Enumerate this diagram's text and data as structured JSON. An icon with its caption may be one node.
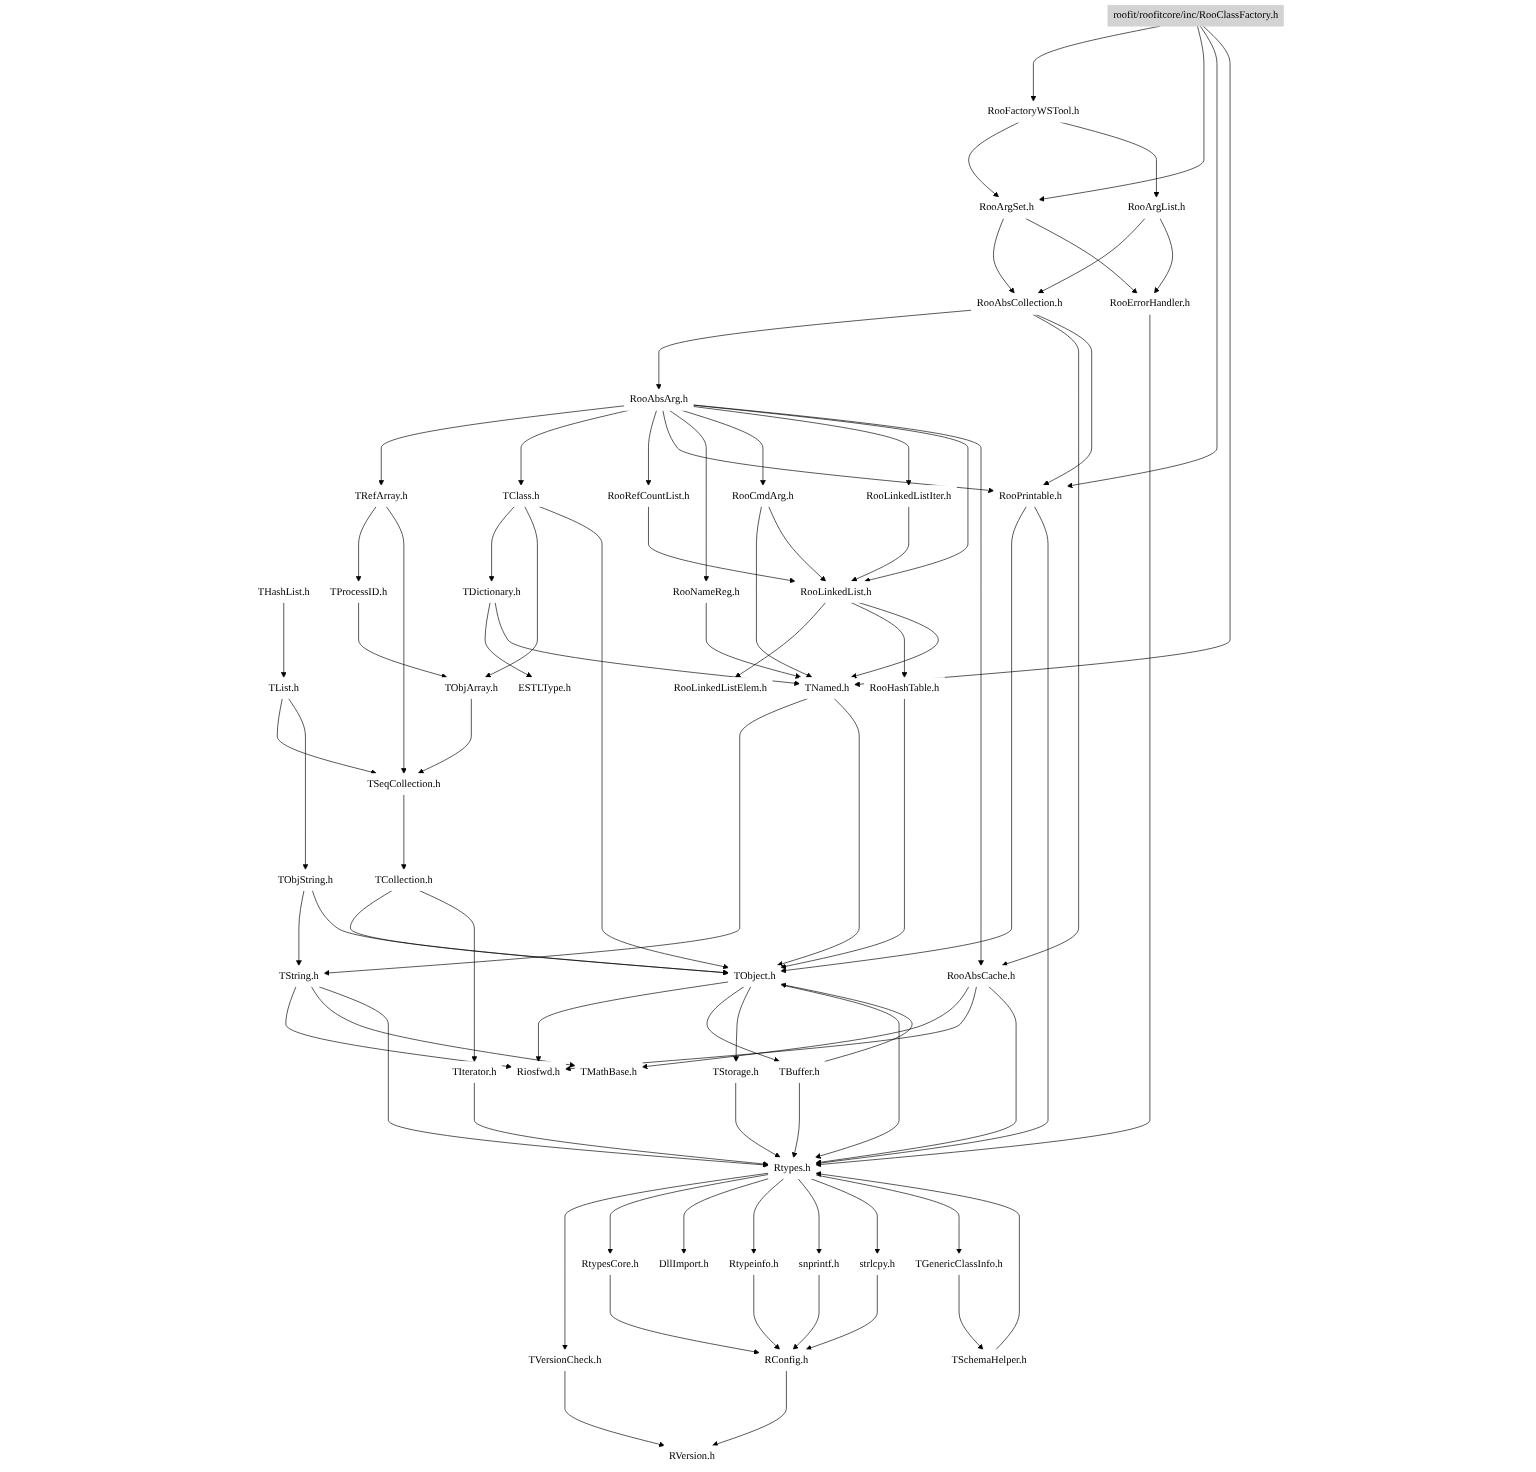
{
  "diagram": {
    "nodes": [
      {
        "text": [
          "roofit/roofitcore/inc/RooClassFactory.h"
        ]
      },
      {
        "text": [
          "RooFactoryWSTool.h"
        ]
      },
      {
        "text": [
          "RooArgSet.h"
        ]
      },
      {
        "text": [
          "RooArgList.h"
        ]
      },
      {
        "text": [
          "RooAbsCollection.h"
        ]
      },
      {
        "text": [
          "RooErrorHandler.h"
        ]
      },
      {
        "text": [
          "RooAbsArg.h"
        ]
      },
      {
        "text": [
          "THashList.h"
        ]
      },
      {
        "text": [
          "TRefArray.h"
        ]
      },
      {
        "text": [
          "RooRefCountList.h"
        ]
      },
      {
        "text": [
          "RooPrintable.h"
        ]
      },
      {
        "text": [
          "TClass.h"
        ]
      },
      {
        "text": [
          "TProcessID.h"
        ]
      },
      {
        "text": [
          "RooNameReg.h"
        ]
      },
      {
        "text": [
          "RooCmdArg.h"
        ]
      },
      {
        "text": [
          "RooLinkedListIter.h"
        ]
      },
      {
        "text": [
          "TList.h"
        ]
      },
      {
        "text": [
          "TDictionary.h"
        ]
      },
      {
        "text": [
          "TObjArray.h"
        ]
      },
      {
        "text": [
          "RooLinkedList.h"
        ]
      },
      {
        "text": [
          "ESTLType.h"
        ]
      },
      {
        "text": [
          "TSeqCollection.h"
        ]
      },
      {
        "text": [
          "TNamed.h"
        ]
      },
      {
        "text": [
          "TObjString.h"
        ]
      },
      {
        "text": [
          "TCollection.h"
        ]
      },
      {
        "text": [
          "RooHashTable.h"
        ]
      },
      {
        "text": [
          "RooLinkedListElem.h"
        ]
      },
      {
        "text": [
          "RooAbsCache.h"
        ]
      },
      {
        "text": [
          "TString.h"
        ]
      },
      {
        "text": [
          "TObject.h"
        ]
      },
      {
        "text": [
          "TIterator.h"
        ]
      },
      {
        "text": [
          "TMathBase.h"
        ]
      },
      {
        "text": [
          "Riosfwd.h"
        ]
      },
      {
        "text": [
          "TBuffer.h"
        ]
      },
      {
        "text": [
          "TStorage.h"
        ]
      },
      {
        "text": [
          "TVersionCheck.h"
        ]
      },
      {
        "text": [
          "Rtypes.h"
        ]
      },
      {
        "text": [
          "RtypesCore.h"
        ]
      },
      {
        "text": [
          "DllImport.h"
        ]
      },
      {
        "text": [
          "Rtypeinfo.h"
        ]
      },
      {
        "text": [
          "snprintf.h"
        ]
      },
      {
        "text": [
          "strlcpy.h"
        ]
      },
      {
        "text": [
          "TGenericClassInfo.h"
        ]
      },
      {
        "text": [
          "RConfig.h"
        ]
      },
      {
        "text": [
          "TSchemaHelper.h"
        ]
      },
      {
        "text": [
          "RVersion.h"
        ]
      }
    ],
    "edges": [
      {
        "from": 0,
        "to": 1,
        "arrow": "to"
      },
      {
        "from": 0,
        "to": 2,
        "arrow": "to"
      },
      {
        "from": 0,
        "to": 10,
        "arrow": "to"
      },
      {
        "from": 0,
        "to": 22,
        "arrow": "to"
      },
      {
        "from": 1,
        "to": 2,
        "arrow": "to"
      },
      {
        "from": 1,
        "to": 3,
        "arrow": "to"
      },
      {
        "from": 2,
        "to": 4,
        "arrow": "to"
      },
      {
        "from": 2,
        "to": 5,
        "arrow": "to"
      },
      {
        "from": 3,
        "to": 4,
        "arrow": "to"
      },
      {
        "from": 3,
        "to": 5,
        "arrow": "to"
      },
      {
        "from": 4,
        "to": 6,
        "arrow": "to"
      },
      {
        "from": 4,
        "to": 27,
        "arrow": "to"
      },
      {
        "from": 4,
        "to": 10,
        "arrow": "to"
      },
      {
        "from": 5,
        "to": 36,
        "arrow": "to"
      },
      {
        "from": 6,
        "to": 8,
        "arrow": "to"
      },
      {
        "from": 6,
        "to": 11,
        "arrow": "to"
      },
      {
        "from": 6,
        "to": 9,
        "arrow": "to"
      },
      {
        "from": 6,
        "to": 10,
        "arrow": "to"
      },
      {
        "from": 6,
        "to": 13,
        "arrow": "to"
      },
      {
        "from": 6,
        "to": 14,
        "arrow": "to"
      },
      {
        "from": 6,
        "to": 15,
        "arrow": "to"
      },
      {
        "from": 6,
        "to": 19,
        "arrow": "to"
      },
      {
        "from": 6,
        "to": 27,
        "arrow": "to"
      },
      {
        "from": 7,
        "to": 16,
        "arrow": "to"
      },
      {
        "from": 8,
        "to": 12,
        "arrow": "to"
      },
      {
        "from": 8,
        "to": 21,
        "arrow": "to"
      },
      {
        "from": 9,
        "to": 19,
        "arrow": "to"
      },
      {
        "from": 10,
        "to": 29,
        "arrow": "to"
      },
      {
        "from": 10,
        "to": 36,
        "arrow": "to"
      },
      {
        "from": 11,
        "to": 17,
        "arrow": "to"
      },
      {
        "from": 11,
        "to": 18,
        "arrow": "to"
      },
      {
        "from": 11,
        "to": 29,
        "arrow": "to"
      },
      {
        "from": 12,
        "to": 18,
        "arrow": "to"
      },
      {
        "from": 13,
        "to": 22,
        "arrow": "to"
      },
      {
        "from": 14,
        "to": 22,
        "arrow": "to"
      },
      {
        "from": 14,
        "to": 19,
        "arrow": "to"
      },
      {
        "from": 15,
        "to": 19,
        "arrow": "to"
      },
      {
        "from": 16,
        "to": 21,
        "arrow": "to"
      },
      {
        "from": 16,
        "to": 23,
        "arrow": "to"
      },
      {
        "from": 17,
        "to": 20,
        "arrow": "to"
      },
      {
        "from": 17,
        "to": 22,
        "arrow": "to"
      },
      {
        "from": 18,
        "to": 21,
        "arrow": "to"
      },
      {
        "from": 19,
        "to": 26,
        "arrow": "to"
      },
      {
        "from": 19,
        "to": 25,
        "arrow": "to"
      },
      {
        "from": 19,
        "to": 22,
        "arrow": "to"
      },
      {
        "from": 21,
        "to": 24,
        "arrow": "to"
      },
      {
        "from": 22,
        "to": 28,
        "arrow": "to"
      },
      {
        "from": 22,
        "to": 29,
        "arrow": "to"
      },
      {
        "from": 23,
        "to": 28,
        "arrow": "to"
      },
      {
        "from": 23,
        "to": 29,
        "arrow": "to"
      },
      {
        "from": 24,
        "to": 29,
        "arrow": "to"
      },
      {
        "from": 24,
        "to": 30,
        "arrow": "to"
      },
      {
        "from": 25,
        "to": 29,
        "arrow": "to"
      },
      {
        "from": 27,
        "to": 31,
        "arrow": "to"
      },
      {
        "from": 27,
        "to": 32,
        "arrow": "to"
      },
      {
        "from": 27,
        "to": 36,
        "arrow": "to"
      },
      {
        "from": 28,
        "to": 32,
        "arrow": "to"
      },
      {
        "from": 28,
        "to": 31,
        "arrow": "to"
      },
      {
        "from": 28,
        "to": 36,
        "arrow": "to"
      },
      {
        "from": 29,
        "to": 32,
        "arrow": "to"
      },
      {
        "from": 29,
        "to": 33,
        "arrow": "to"
      },
      {
        "from": 29,
        "to": 34,
        "arrow": "to"
      },
      {
        "from": 29,
        "to": 36,
        "arrow": "to"
      },
      {
        "from": 30,
        "to": 36,
        "arrow": "to"
      },
      {
        "from": 33,
        "to": 29,
        "arrow": "to"
      },
      {
        "from": 33,
        "to": 36,
        "arrow": "to"
      },
      {
        "from": 34,
        "to": 36,
        "arrow": "to"
      },
      {
        "from": 36,
        "to": 35,
        "arrow": "to"
      },
      {
        "from": 35,
        "to": 45,
        "arrow": "to"
      },
      {
        "from": 36,
        "to": 37,
        "arrow": "to"
      },
      {
        "from": 36,
        "to": 38,
        "arrow": "to"
      },
      {
        "from": 36,
        "to": 39,
        "arrow": "to"
      },
      {
        "from": 36,
        "to": 40,
        "arrow": "to"
      },
      {
        "from": 36,
        "to": 41,
        "arrow": "to"
      },
      {
        "from": 36,
        "to": 42,
        "arrow": "to"
      },
      {
        "from": 37,
        "to": 43,
        "arrow": "to"
      },
      {
        "from": 39,
        "to": 43,
        "arrow": "to"
      },
      {
        "from": 40,
        "to": 43,
        "arrow": "to"
      },
      {
        "from": 41,
        "to": 43,
        "arrow": "to"
      },
      {
        "from": 42,
        "to": 44,
        "arrow": "to"
      },
      {
        "from": 44,
        "to": 36,
        "arrow": "to"
      },
      {
        "from": 43,
        "to": 45,
        "arrow": "to"
      }
    ]
  }
}
